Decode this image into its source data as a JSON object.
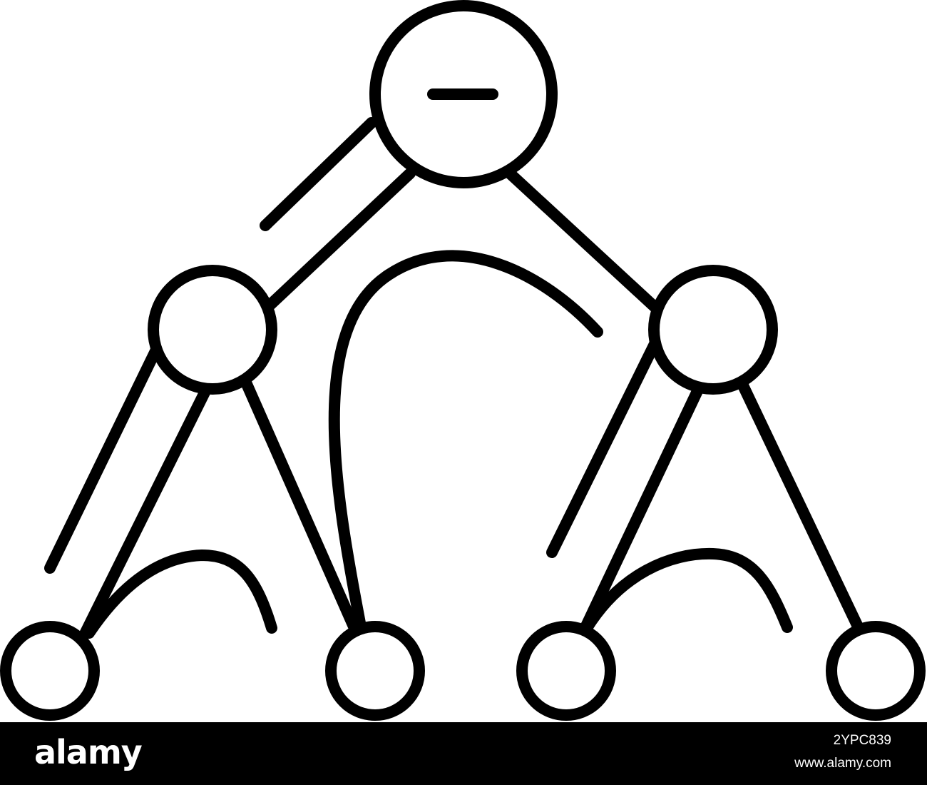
{
  "icon": {
    "name": "hierarchy-tree-line-icon",
    "stroke_color": "#000000",
    "background_color": "#ffffff",
    "root_symbol": "minus",
    "levels": 3,
    "node_count": 7
  },
  "watermark": {
    "logo": "alamy",
    "image_id": "2YPC839",
    "url": "www.alamy.com",
    "bar_color": "#000000",
    "text_color": "#ffffff"
  }
}
